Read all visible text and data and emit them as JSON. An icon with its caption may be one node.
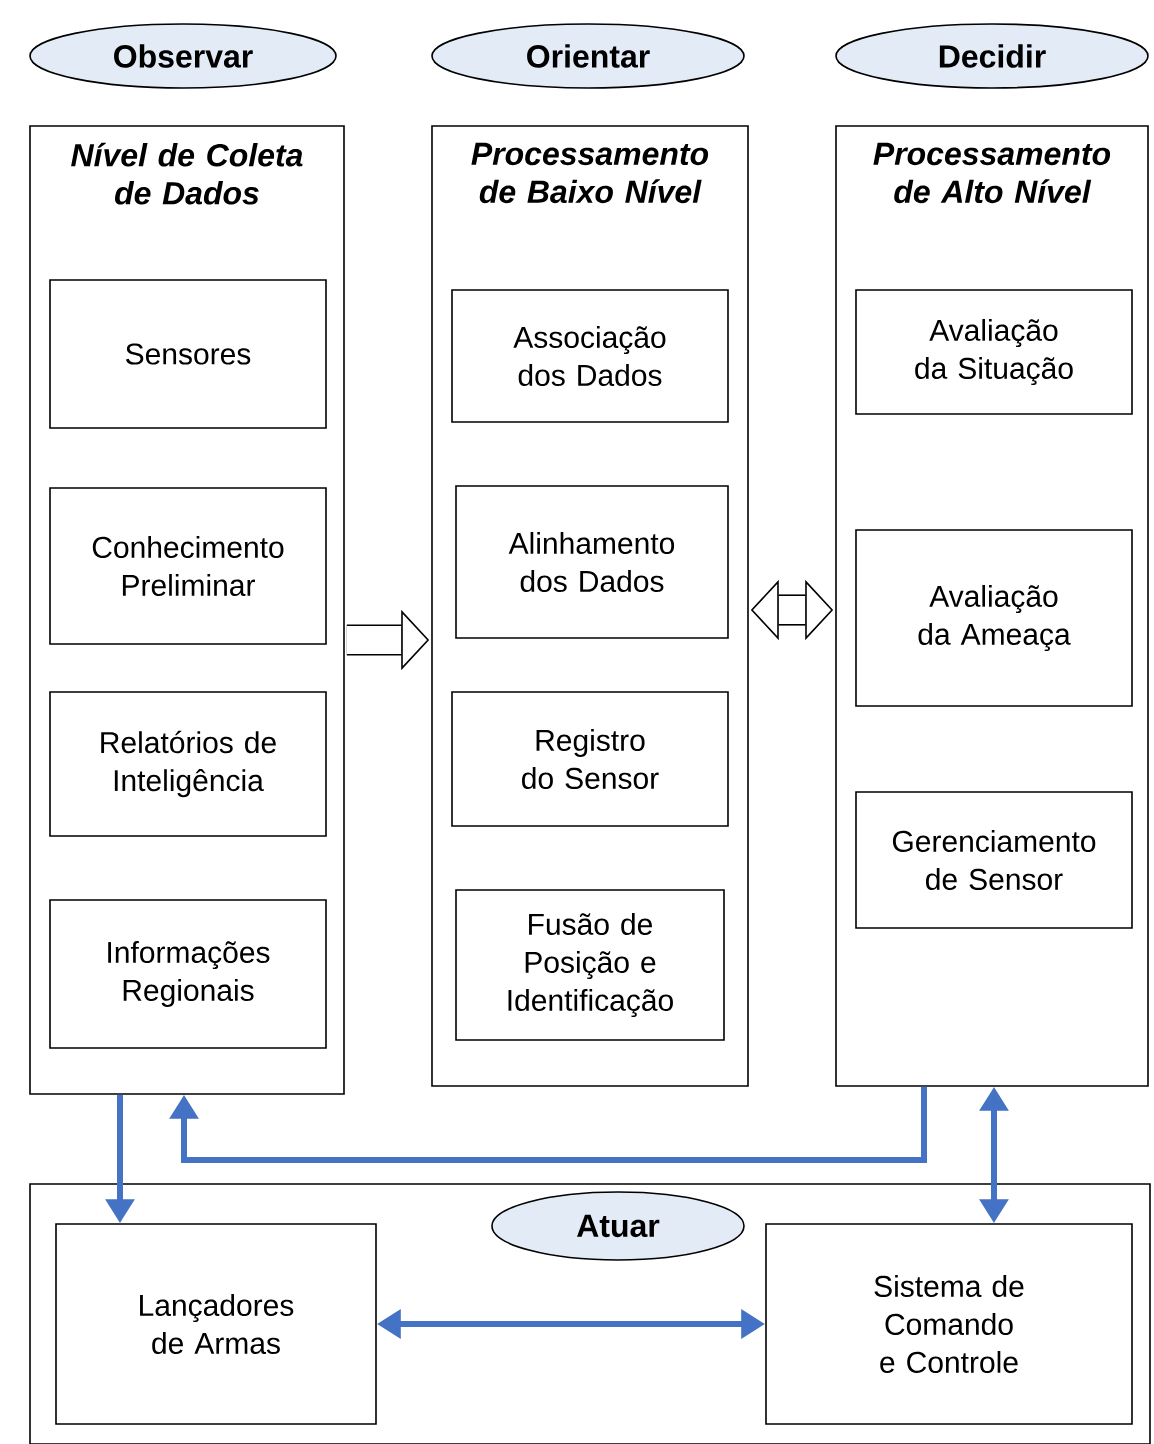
{
  "diagram": {
    "nodes": [
      {
        "text": [
          "Observar"
        ]
      },
      {
        "text": [
          "Orientar"
        ]
      },
      {
        "text": [
          "Decidir"
        ]
      },
      {
        "text": [
          "Nível de Coleta de Dados"
        ]
      },
      {
        "text": [
          "Sensores"
        ],
        "in": 3
      },
      {
        "text": [
          "Conhecimento Preliminar"
        ],
        "in": 3
      },
      {
        "text": [
          "Relatórios de Inteligência"
        ],
        "in": 3
      },
      {
        "text": [
          "Informações Regionais"
        ],
        "in": 3
      },
      {
        "text": [
          "Processamento de Baixo Nível"
        ]
      },
      {
        "text": [
          "Associação dos Dados"
        ],
        "in": 8
      },
      {
        "text": [
          "Alinhamento dos Dados"
        ],
        "in": 8
      },
      {
        "text": [
          "Registro do Sensor"
        ],
        "in": 8
      },
      {
        "text": [
          "Fusão de Posição e Identificação"
        ],
        "in": 8
      },
      {
        "text": [
          "Processamento de Alto Nível"
        ]
      },
      {
        "text": [
          "Avaliação da Situação"
        ],
        "in": 13
      },
      {
        "text": [
          "Avaliação da Ameaça"
        ],
        "in": 13
      },
      {
        "text": [
          "Gerenciamento de Sensor"
        ],
        "in": 13
      },
      {
        "text": [],
        "shape": "box"
      },
      {
        "text": [
          "Atuar"
        ],
        "in": 17
      },
      {
        "text": [
          "Lançadores de Armas"
        ],
        "in": 17
      },
      {
        "text": [
          "Sistema de Comando e Controle"
        ],
        "in": 17
      }
    ],
    "edges": [
      {
        "from": 3,
        "to": 8,
        "arrow": "to",
        "style": "thick",
        "color": "#000000"
      },
      {
        "from": 8,
        "to": 13,
        "arrow": "both",
        "style": "thick",
        "color": "#000000"
      },
      {
        "from": 3,
        "to": 19,
        "arrow": "to"
      },
      {
        "from": 13,
        "to": 3,
        "arrow": "to"
      },
      {
        "from": 20,
        "to": 13,
        "arrow": "both"
      },
      {
        "from": 19,
        "to": 20,
        "arrow": "both"
      }
    ]
  }
}
